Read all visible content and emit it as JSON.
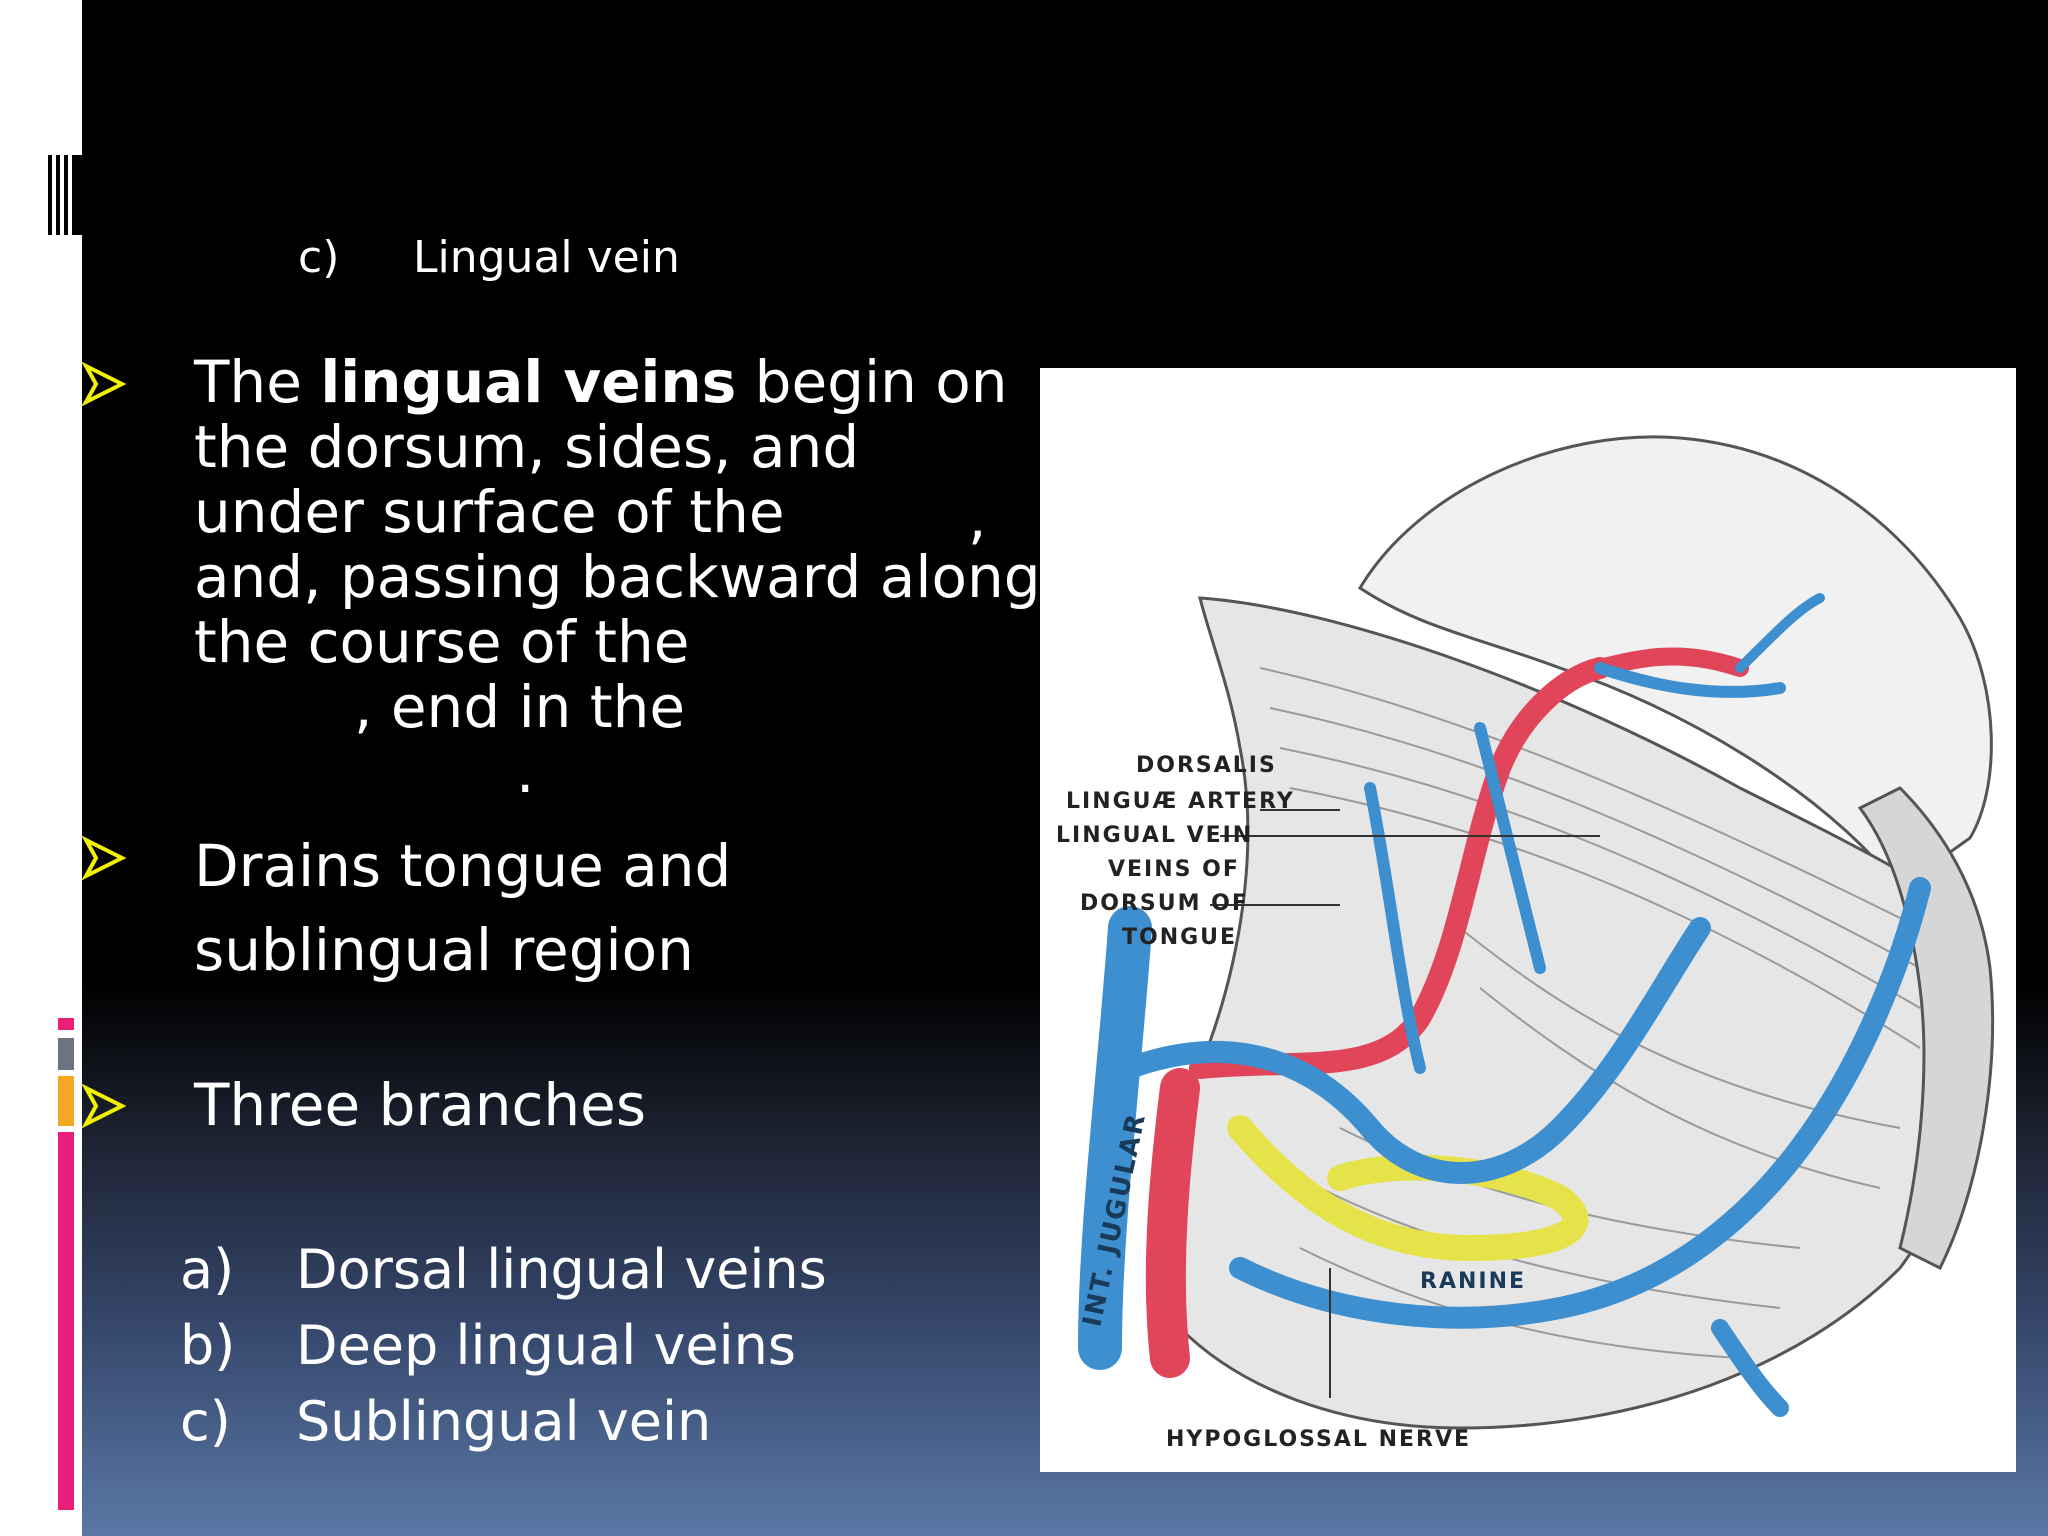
{
  "slide": {
    "subtitle": {
      "label": "c)",
      "text": "Lingual vein"
    },
    "paragraph": {
      "line1_pre": "The ",
      "line1_bold": "lingual veins",
      "line1_post": " begin on",
      "line2": "the dorsum, sides, and",
      "line3": "under surface of the",
      "line3_comma": ",",
      "line4": "and, passing backward along",
      "line5": "the course of the",
      "line6": ", end in the",
      "line7": "."
    },
    "bullets": {
      "drains_line1": "Drains tongue and",
      "drains_line2": "sublingual region",
      "three": "Three branches"
    },
    "list": [
      {
        "label": "a)",
        "text": "Dorsal lingual veins"
      },
      {
        "label": "b)",
        "text": "Deep lingual veins"
      },
      {
        "label": "c)",
        "text": "Sublingual vein"
      }
    ]
  },
  "figure": {
    "labels": {
      "dorsalis": "DORSALIS",
      "linguae_artery": "LINGUÆ ARTERY",
      "lingual_vein": "LINGUAL VEIN",
      "veins_of": "VEINS OF",
      "dorsum_of": "DORSUM OF",
      "tongue": "TONGUE",
      "int_jugular": "INT. JUGULAR",
      "ranine": "RANINE",
      "hypoglossal_nerve": "HYPOGLOSSAL NERVE"
    }
  },
  "colors": {
    "bullet_arrow": "#f2f200",
    "accent_pink": "#e91e7a",
    "accent_orange": "#f5a623",
    "vein_blue": "#3d8fcf",
    "artery_red": "#e0455a",
    "nerve_yellow": "#e6e34a"
  },
  "icons": {
    "bullet": "arrow-bullet-icon"
  }
}
